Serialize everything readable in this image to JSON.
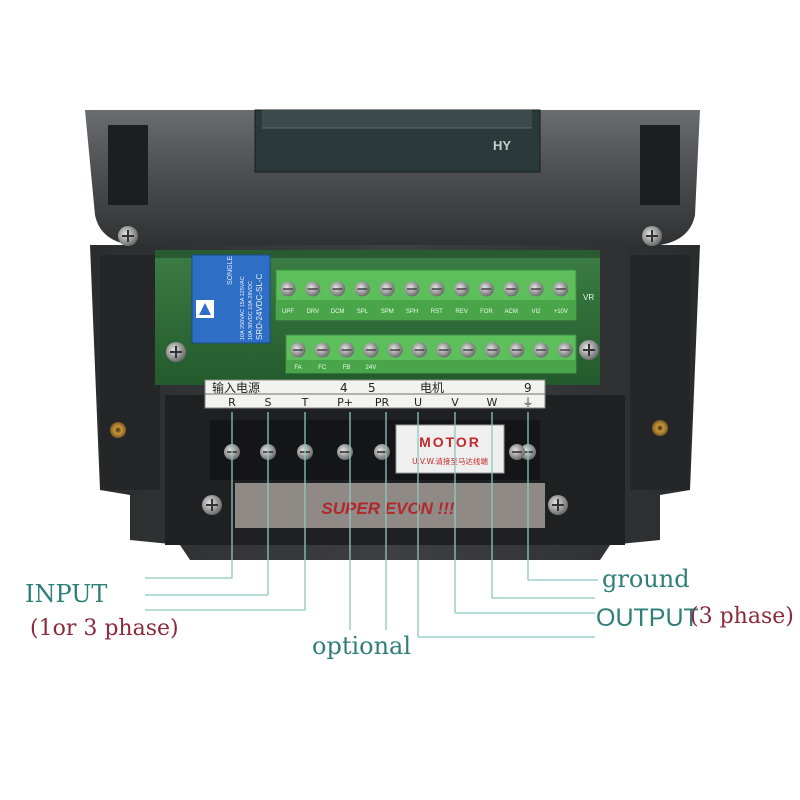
{
  "device": {
    "brand": "HY",
    "relay_brand": "SONGLE",
    "relay_model": "SRD-24VDC-SL-C",
    "relay_ratings": [
      "10A 250VAC 15A 125VAC",
      "10A 30VDC 10A 28VDC"
    ],
    "upper_terminals": [
      "UPF",
      "DRV",
      "DCM",
      "SPL",
      "SPM",
      "SPH",
      "RST",
      "REV",
      "FOR",
      "ACM",
      "VI2",
      "+10V"
    ],
    "terminal_vr": "VR",
    "lower_terminals": [
      "FA",
      "FC",
      "FB",
      "24V",
      "",
      "",
      "",
      "",
      "",
      "",
      "",
      ""
    ],
    "power_label_cn": "输入电源",
    "dc_label_top": [
      "4",
      "5"
    ],
    "motor_label_cn": "电机",
    "ground_num": "9",
    "power_terminals": [
      "R",
      "S",
      "T",
      "P+",
      "PR",
      "U",
      "V",
      "W",
      "⏚"
    ],
    "motor_plate": "MOTOR",
    "motor_plate_sub": "U.V.W.请接至马达线端",
    "strip_text": "SUPER EVON !!!"
  },
  "labels": {
    "input": "INPUT",
    "input_sub": "(1or 3 phase)",
    "optional": "optional",
    "ground": "ground",
    "output": "OUTPUT",
    "output_sub": "(3 phase)"
  },
  "colors": {
    "teal_label": "#2f7f78",
    "maroon_label": "#8a2a3a",
    "pcb_green": "#2f6b3a",
    "terminal_green": "#5cbf5c",
    "relay_blue": "#2e6ec4",
    "housing": "#3a3c3f"
  }
}
